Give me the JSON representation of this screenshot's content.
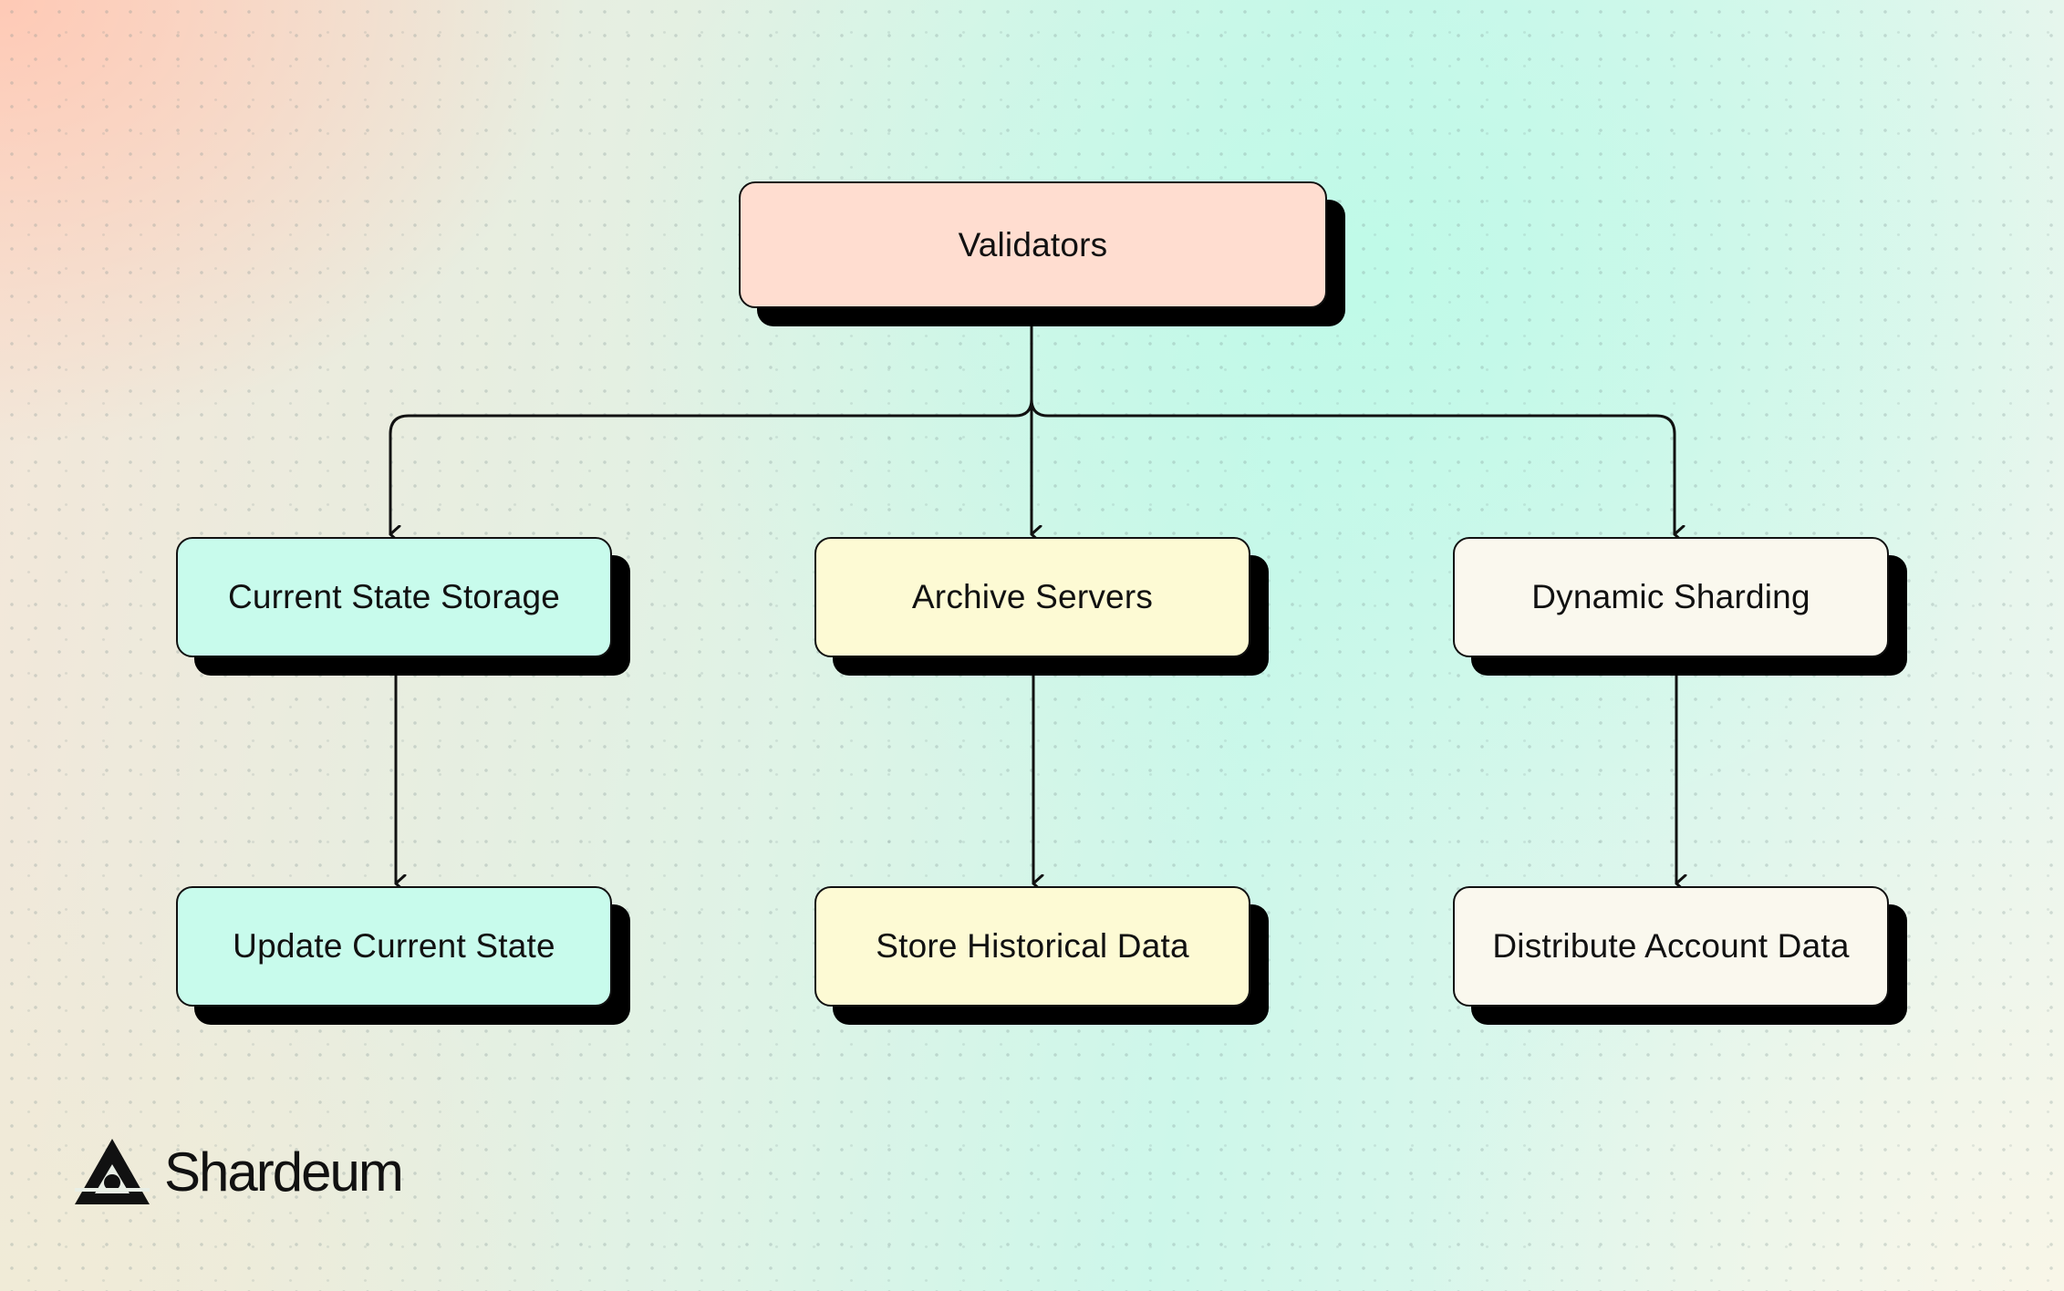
{
  "diagram": {
    "root": {
      "label": "Validators",
      "color": "#ffddd0"
    },
    "branches": [
      {
        "label": "Current State Storage",
        "color": "#c8fbec",
        "child": {
          "label": "Update Current State"
        }
      },
      {
        "label": "Archive Servers",
        "color": "#fdfad4",
        "child": {
          "label": "Store Historical Data"
        }
      },
      {
        "label": "Dynamic Sharding",
        "color": "#faf8ee",
        "child": {
          "label": "Distribute Account Data"
        }
      }
    ]
  },
  "brand": {
    "name": "Shardeum",
    "logo_icon": "shardeum-logo-icon"
  }
}
